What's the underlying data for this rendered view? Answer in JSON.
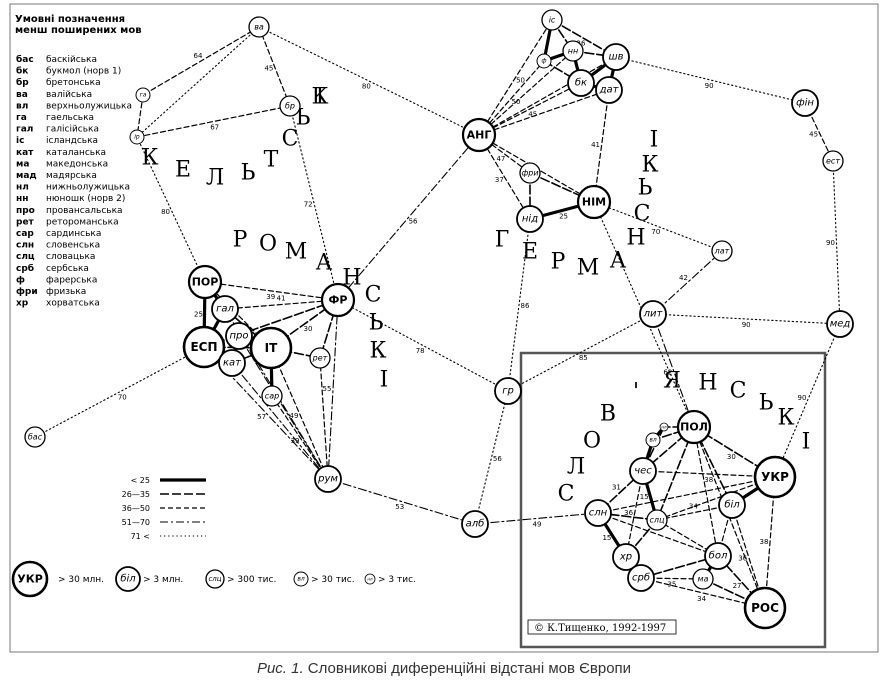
{
  "legend": {
    "title_line1": "Умовні позначення",
    "title_line2": "менш поширених мов",
    "entries": [
      {
        "abbr": "бас",
        "name": "баскійська"
      },
      {
        "abbr": "бк",
        "name": "букмол (норв 1)"
      },
      {
        "abbr": "бр",
        "name": "бретонська"
      },
      {
        "abbr": "ва",
        "name": "валійська"
      },
      {
        "abbr": "вл",
        "name": "верхньолужицька"
      },
      {
        "abbr": "га",
        "name": "гаельська"
      },
      {
        "abbr": "гал",
        "name": "галісійська"
      },
      {
        "abbr": "іс",
        "name": "ісландська"
      },
      {
        "abbr": "кат",
        "name": "каталанська"
      },
      {
        "abbr": "ма",
        "name": "македонська"
      },
      {
        "abbr": "мад",
        "name": "мадярська"
      },
      {
        "abbr": "нл",
        "name": "нижньолужицька"
      },
      {
        "abbr": "нн",
        "name": "нюношк (норв 2)"
      },
      {
        "abbr": "про",
        "name": "провансальська"
      },
      {
        "abbr": "рет",
        "name": "ретороманська"
      },
      {
        "abbr": "сар",
        "name": "сардинська"
      },
      {
        "abbr": "слн",
        "name": "словенська"
      },
      {
        "abbr": "слц",
        "name": "словацька"
      },
      {
        "abbr": "срб",
        "name": "сербська"
      },
      {
        "abbr": "ф",
        "name": "фарерська"
      },
      {
        "abbr": "фри",
        "name": "фризька"
      },
      {
        "abbr": "хр",
        "name": "хорватська"
      }
    ]
  },
  "line_types": [
    {
      "label": "< 25",
      "style": "solid"
    },
    {
      "label": "26—35",
      "style": "dash-long"
    },
    {
      "label": "36—50",
      "style": "dash"
    },
    {
      "label": "51—70",
      "style": "dashdot"
    },
    {
      "label": "71 <",
      "style": "dotted"
    }
  ],
  "size_legend": [
    {
      "node": "УКР",
      "text": "> 30 млн."
    },
    {
      "node": "біл",
      "text": "> 3 млн."
    },
    {
      "node": "слц",
      "text": "> 300 тис."
    },
    {
      "node": "вл",
      "text": "> 30 тис."
    },
    {
      "node": "нл",
      "text": "> 3 тис."
    }
  ],
  "family_labels": {
    "celtic": "КЕЛЬТСЬКІ",
    "romance": "РОМАНСЬКІ",
    "germanic": "ГЕРМАНСЬКІ",
    "slavic": "СЛОВ'ЯНСЬКІ"
  },
  "nodes": [
    {
      "id": "ва",
      "size": "s"
    },
    {
      "id": "га",
      "size": "xs"
    },
    {
      "id": "ір",
      "size": "xs"
    },
    {
      "id": "бр",
      "size": "s"
    },
    {
      "id": "ПОР",
      "size": "l"
    },
    {
      "id": "гал",
      "size": "m"
    },
    {
      "id": "ЕСП",
      "size": "xl"
    },
    {
      "id": "про",
      "size": "m"
    },
    {
      "id": "кат",
      "size": "m"
    },
    {
      "id": "ІТ",
      "size": "xl"
    },
    {
      "id": "ФР",
      "size": "l"
    },
    {
      "id": "рет",
      "size": "s"
    },
    {
      "id": "сар",
      "size": "s"
    },
    {
      "id": "рум",
      "size": "m"
    },
    {
      "id": "бас",
      "size": "s"
    },
    {
      "id": "АНГ",
      "size": "l"
    },
    {
      "id": "іс",
      "size": "s"
    },
    {
      "id": "ф",
      "size": "xs"
    },
    {
      "id": "нн",
      "size": "s"
    },
    {
      "id": "шв",
      "size": "m"
    },
    {
      "id": "бк",
      "size": "m"
    },
    {
      "id": "дат",
      "size": "m"
    },
    {
      "id": "фри",
      "size": "s"
    },
    {
      "id": "нід",
      "size": "m"
    },
    {
      "id": "НІМ",
      "size": "l"
    },
    {
      "id": "фін",
      "size": "m"
    },
    {
      "id": "ест",
      "size": "s"
    },
    {
      "id": "лат",
      "size": "s"
    },
    {
      "id": "лит",
      "size": "m"
    },
    {
      "id": "мед",
      "size": "m"
    },
    {
      "id": "гр",
      "size": "m"
    },
    {
      "id": "алб",
      "size": "m"
    },
    {
      "id": "ПОЛ",
      "size": "l"
    },
    {
      "id": "вл",
      "size": "xs"
    },
    {
      "id": "нл",
      "size": "xxs"
    },
    {
      "id": "чес",
      "size": "m"
    },
    {
      "id": "УКР",
      "size": "xl"
    },
    {
      "id": "біл",
      "size": "m"
    },
    {
      "id": "слн",
      "size": "m"
    },
    {
      "id": "слц",
      "size": "s"
    },
    {
      "id": "хр",
      "size": "m"
    },
    {
      "id": "бол",
      "size": "m"
    },
    {
      "id": "срб",
      "size": "m"
    },
    {
      "id": "ма",
      "size": "s"
    },
    {
      "id": "РОС",
      "size": "xl"
    }
  ],
  "edges": [
    {
      "a": "ва",
      "b": "ір",
      "v": "",
      "t": 5
    },
    {
      "a": "ва",
      "b": "бр",
      "v": "45",
      "t": 3
    },
    {
      "a": "ва",
      "b": "га",
      "v": "64",
      "t": 3
    },
    {
      "a": "ва",
      "b": "АНГ",
      "v": "80",
      "t": 5
    },
    {
      "a": "га",
      "b": "ір",
      "v": "",
      "t": 3
    },
    {
      "a": "ір",
      "b": "бр",
      "v": "67",
      "t": 3
    },
    {
      "a": "ір",
      "b": "ПОР",
      "v": "80",
      "t": 5
    },
    {
      "a": "бр",
      "b": "ФР",
      "v": "72",
      "t": 5
    },
    {
      "a": "ПОР",
      "b": "ФР",
      "v": "39",
      "t": 3
    },
    {
      "a": "ПОР",
      "b": "ЕСП",
      "v": "25",
      "t": 1
    },
    {
      "a": "ПОР",
      "b": "гал",
      "v": "",
      "t": 1
    },
    {
      "a": "ПОР",
      "b": "ІТ",
      "v": "",
      "t": 3
    },
    {
      "a": "гал",
      "b": "ЕСП",
      "v": "",
      "t": 1
    },
    {
      "a": "гал",
      "b": "ІТ",
      "v": "30",
      "t": 2
    },
    {
      "a": "ЕСП",
      "b": "про",
      "v": "",
      "t": 2
    },
    {
      "a": "ЕСП",
      "b": "кат",
      "v": "",
      "t": 1
    },
    {
      "a": "ЕСП",
      "b": "ІТ",
      "v": "",
      "t": 2
    },
    {
      "a": "ЕСП",
      "b": "ФР",
      "v": "",
      "t": 2
    },
    {
      "a": "про",
      "b": "кат",
      "v": "",
      "t": 1
    },
    {
      "a": "про",
      "b": "ІТ",
      "v": "",
      "t": 1
    },
    {
      "a": "кат",
      "b": "ІТ",
      "v": "",
      "t": 2
    },
    {
      "a": "ІТ",
      "b": "ФР",
      "v": "30",
      "t": 2
    },
    {
      "a": "ІТ",
      "b": "сар",
      "v": "",
      "t": 1
    },
    {
      "a": "ІТ",
      "b": "рет",
      "v": "",
      "t": 2
    },
    {
      "a": "ІТ",
      "b": "рум",
      "v": "49",
      "t": 3
    },
    {
      "a": "ФР",
      "b": "рет",
      "v": "",
      "t": 2
    },
    {
      "a": "ФР",
      "b": "рум",
      "v": "55",
      "t": 4
    },
    {
      "a": "ФР",
      "b": "АНГ",
      "v": "56",
      "t": 4
    },
    {
      "a": "ФР",
      "b": "гр",
      "v": "78",
      "t": 5
    },
    {
      "a": "ФР",
      "b": "гал",
      "v": "41",
      "t": 3
    },
    {
      "a": "ЕСП",
      "b": "рум",
      "v": "57",
      "t": 4
    },
    {
      "a": "сар",
      "b": "рум",
      "v": "39",
      "t": 3
    },
    {
      "a": "рет",
      "b": "рум",
      "v": "",
      "t": 3
    },
    {
      "a": "кат",
      "b": "рум",
      "v": "",
      "t": 4
    },
    {
      "a": "гал",
      "b": "рум",
      "v": "",
      "t": 4
    },
    {
      "a": "про",
      "b": "рум",
      "v": "",
      "t": 4
    },
    {
      "a": "бас",
      "b": "ЕСП",
      "v": "70",
      "t": 5
    },
    {
      "a": "рум",
      "b": "алб",
      "v": "53",
      "t": 4
    },
    {
      "a": "алб",
      "b": "гр",
      "v": "56",
      "t": 5
    },
    {
      "a": "алб",
      "b": "слн",
      "v": "49",
      "t": 4
    },
    {
      "a": "гр",
      "b": "лит",
      "v": "85",
      "t": 5
    },
    {
      "a": "гр",
      "b": "нід",
      "v": "86",
      "t": 5
    },
    {
      "a": "АНГ",
      "b": "нід",
      "v": "37",
      "t": 3
    },
    {
      "a": "АНГ",
      "b": "фри",
      "v": "47",
      "t": 3
    },
    {
      "a": "АНГ",
      "b": "НІМ",
      "v": "",
      "t": 3
    },
    {
      "a": "АНГ",
      "b": "іс",
      "v": "50",
      "t": 3
    },
    {
      "a": "АНГ",
      "b": "ф",
      "v": "50",
      "t": 3
    },
    {
      "a": "АНГ",
      "b": "нн",
      "v": "",
      "t": 3
    },
    {
      "a": "АНГ",
      "b": "шв",
      "v": "",
      "t": 3
    },
    {
      "a": "АНГ",
      "b": "бк",
      "v": "45",
      "t": 3
    },
    {
      "a": "АНГ",
      "b": "дат",
      "v": "",
      "t": 3
    },
    {
      "a": "іс",
      "b": "ф",
      "v": "",
      "t": 1
    },
    {
      "a": "іс",
      "b": "нн",
      "v": "",
      "t": 2
    },
    {
      "a": "іс",
      "b": "шв",
      "v": "26",
      "t": 2
    },
    {
      "a": "ф",
      "b": "нн",
      "v": "",
      "t": 1
    },
    {
      "a": "ф",
      "b": "бк",
      "v": "",
      "t": 2
    },
    {
      "a": "нн",
      "b": "бк",
      "v": "",
      "t": 1
    },
    {
      "a": "нн",
      "b": "шв",
      "v": "",
      "t": 2
    },
    {
      "a": "шв",
      "b": "бк",
      "v": "",
      "t": 1
    },
    {
      "a": "шв",
      "b": "дат",
      "v": "",
      "t": 1
    },
    {
      "a": "бк",
      "b": "дат",
      "v": "",
      "t": 1
    },
    {
      "a": "дат",
      "b": "НІМ",
      "v": "41",
      "t": 3
    },
    {
      "a": "фри",
      "b": "нід",
      "v": "",
      "t": 2
    },
    {
      "a": "фри",
      "b": "НІМ",
      "v": "",
      "t": 2
    },
    {
      "a": "нід",
      "b": "НІМ",
      "v": "25",
      "t": 1
    },
    {
      "a": "НІМ",
      "b": "лат",
      "v": "70",
      "t": 5
    },
    {
      "a": "НІМ",
      "b": "ПОЛ",
      "v": "",
      "t": 5
    },
    {
      "a": "шв",
      "b": "фін",
      "v": "90",
      "t": 5
    },
    {
      "a": "фін",
      "b": "ест",
      "v": "45",
      "t": 3
    },
    {
      "a": "ест",
      "b": "мед",
      "v": "90",
      "t": 5
    },
    {
      "a": "лат",
      "b": "лит",
      "v": "42",
      "t": 4
    },
    {
      "a": "лит",
      "b": "мед",
      "v": "90",
      "t": 5
    },
    {
      "a": "лит",
      "b": "ПОЛ",
      "v": "62",
      "t": 4
    },
    {
      "a": "мед",
      "b": "УКР",
      "v": "90",
      "t": 5
    },
    {
      "a": "ПОЛ",
      "b": "вл",
      "v": "",
      "t": 2
    },
    {
      "a": "ПОЛ",
      "b": "нл",
      "v": "",
      "t": 2
    },
    {
      "a": "ПОЛ",
      "b": "чес",
      "v": "",
      "t": 2
    },
    {
      "a": "ПОЛ",
      "b": "УКР",
      "v": "30",
      "t": 2
    },
    {
      "a": "ПОЛ",
      "b": "біл",
      "v": "",
      "t": 2
    },
    {
      "a": "ПОЛ",
      "b": "слц",
      "v": "",
      "t": 2
    },
    {
      "a": "ПОЛ",
      "b": "бол",
      "v": "",
      "t": 3
    },
    {
      "a": "ПОЛ",
      "b": "РОС",
      "v": "",
      "t": 3
    },
    {
      "a": "вл",
      "b": "нл",
      "v": "",
      "t": 1
    },
    {
      "a": "вл",
      "b": "чес",
      "v": "",
      "t": 1
    },
    {
      "a": "нл",
      "b": "чес",
      "v": "",
      "t": 2
    },
    {
      "a": "чес",
      "b": "слц",
      "v": "15",
      "t": 1
    },
    {
      "a": "чес",
      "b": "слн",
      "v": "31",
      "t": 2
    },
    {
      "a": "чес",
      "b": "УКР",
      "v": "38",
      "t": 3
    },
    {
      "a": "чес",
      "b": "хр",
      "v": "36",
      "t": 3
    },
    {
      "a": "УКР",
      "b": "біл",
      "v": "",
      "t": 1
    },
    {
      "a": "УКР",
      "b": "РОС",
      "v": "38",
      "t": 3
    },
    {
      "a": "УКР",
      "b": "слц",
      "v": "",
      "t": 3
    },
    {
      "a": "біл",
      "b": "РОС",
      "v": "36",
      "t": 3
    },
    {
      "a": "біл",
      "b": "слц",
      "v": "34",
      "t": 3
    },
    {
      "a": "біл",
      "b": "бол",
      "v": "",
      "t": 3
    },
    {
      "a": "слн",
      "b": "хр",
      "v": "15",
      "t": 1
    },
    {
      "a": "слн",
      "b": "слц",
      "v": "",
      "t": 2
    },
    {
      "a": "слн",
      "b": "срб",
      "v": "",
      "t": 2
    },
    {
      "a": "слн",
      "b": "УКР",
      "v": "",
      "t": 3
    },
    {
      "a": "слц",
      "b": "хр",
      "v": "",
      "t": 2
    },
    {
      "a": "слц",
      "b": "бол",
      "v": "",
      "t": 3
    },
    {
      "a": "хр",
      "b": "срб",
      "v": "",
      "t": 1
    },
    {
      "a": "срб",
      "b": "ма",
      "v": "35",
      "t": 3
    },
    {
      "a": "срб",
      "b": "бол",
      "v": "",
      "t": 2
    },
    {
      "a": "срб",
      "b": "РОС",
      "v": "34",
      "t": 3
    },
    {
      "a": "бол",
      "b": "ма",
      "v": "",
      "t": 1
    },
    {
      "a": "бол",
      "b": "РОС",
      "v": "27",
      "t": 2
    },
    {
      "a": "ма",
      "b": "РОС",
      "v": "",
      "t": 2
    },
    {
      "a": "слн",
      "b": "бол",
      "v": "",
      "t": 3
    }
  ],
  "copyright": "© К.Тищенко, 1992-1997",
  "caption": {
    "prefix": "Рис. 1.",
    "text": " Словникові диференційні відстані мов Європи"
  }
}
